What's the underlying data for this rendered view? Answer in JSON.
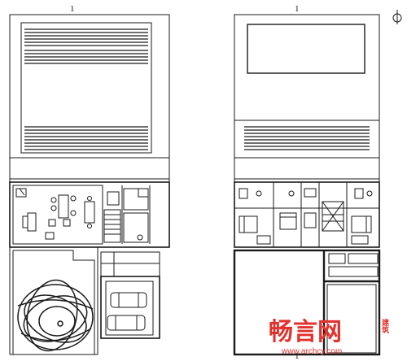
{
  "plan_left": {
    "section_marker_top": "1"
  },
  "plan_right": {
    "section_marker_top": "1",
    "section_marker_bottom": "1"
  },
  "watermark": {
    "brand": "畅言网",
    "side_text": "建筑",
    "url": "www.archcy.com",
    "color": "#e1322d"
  },
  "ink_color": "#1a1a1a"
}
